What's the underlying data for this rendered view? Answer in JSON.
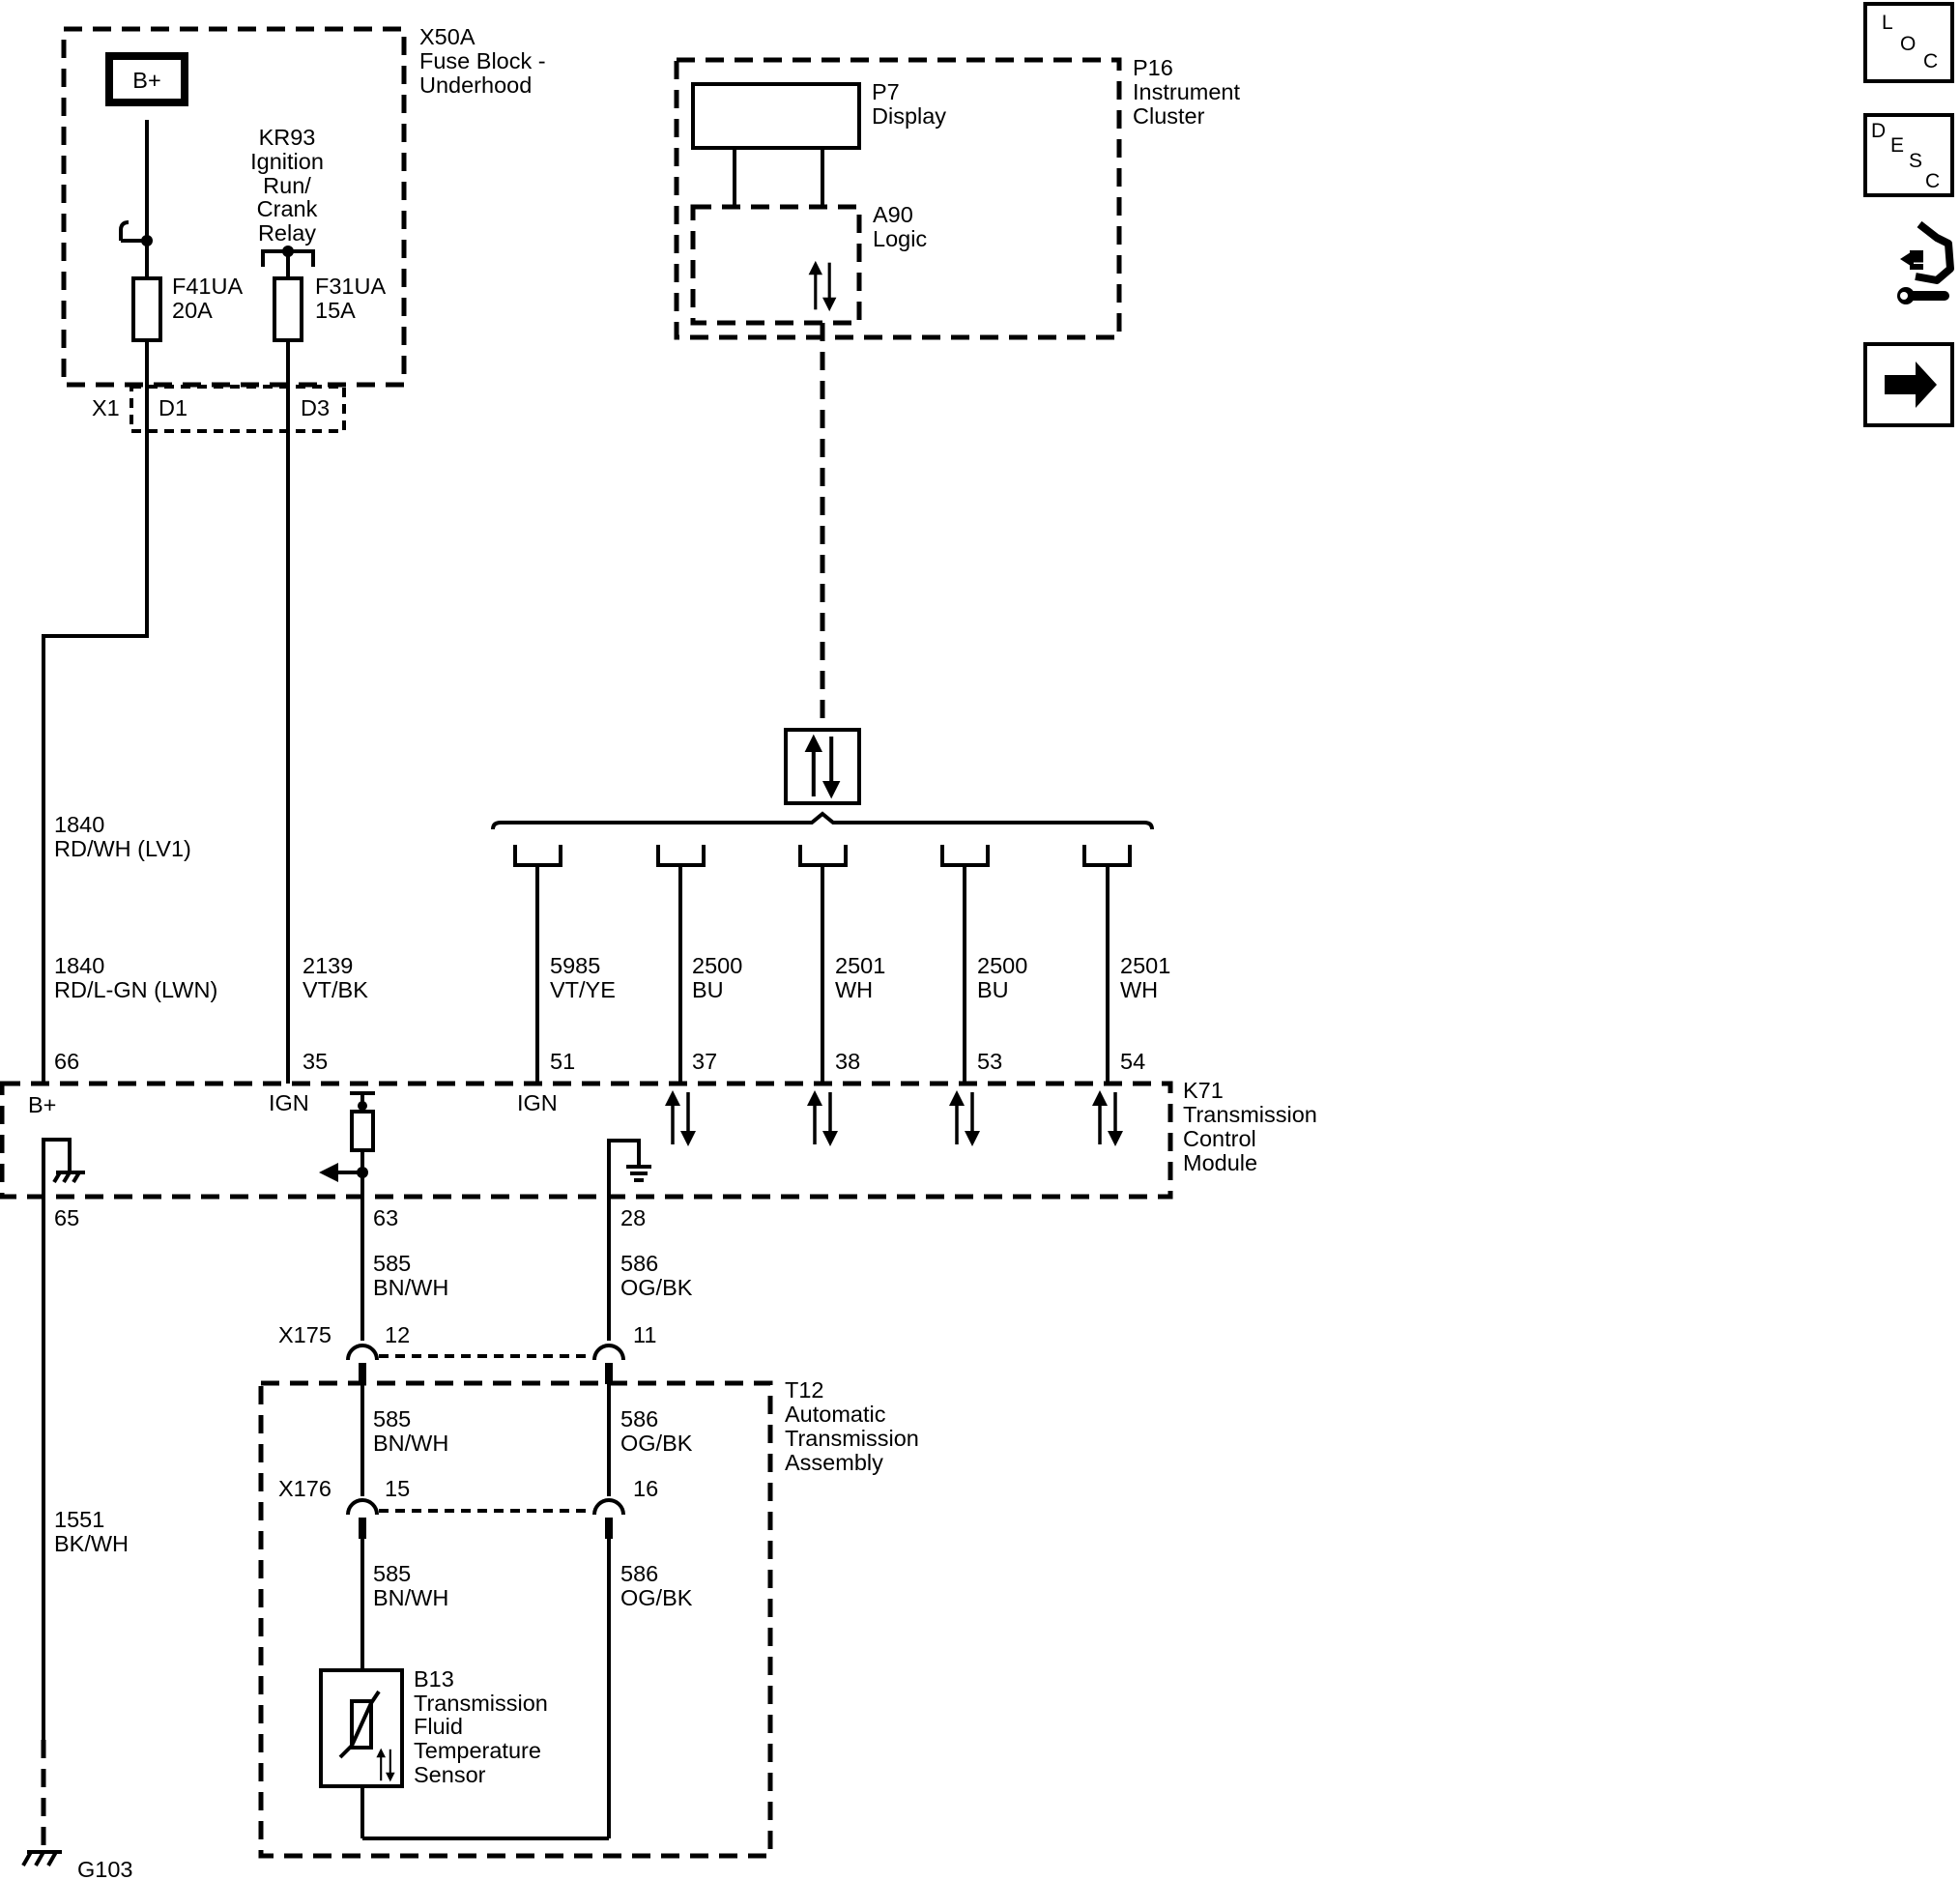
{
  "components": {
    "fuse_block": {
      "id": "X50A",
      "name_line1": "Fuse Block -",
      "name_line2": "Underhood",
      "bplus": "B+"
    },
    "relay": {
      "line1": "KR93",
      "line2": "Ignition",
      "line3": "Run/",
      "line4": "Crank",
      "line5": "Relay"
    },
    "fuse_f41": {
      "id": "F41UA",
      "rating": "20A"
    },
    "fuse_f31": {
      "id": "F31UA",
      "rating": "15A"
    },
    "fuse_connector": {
      "id": "X1",
      "pin_a": "D1",
      "pin_b": "D3"
    },
    "cluster": {
      "id": "P16",
      "line1": "Instrument",
      "line2": "Cluster"
    },
    "display": {
      "id": "P7",
      "name": "Display"
    },
    "logic": {
      "id": "A90",
      "name": "Logic"
    },
    "tcm": {
      "id": "K71",
      "line1": "Transmission",
      "line2": "Control",
      "line3": "Module"
    },
    "tcm_labels": {
      "bplus": "B+",
      "ign1": "IGN",
      "ign2": "IGN"
    },
    "inline_connectors": {
      "x175": "X175",
      "x176": "X176"
    },
    "trans_assembly": {
      "id": "T12",
      "line1": "Automatic",
      "line2": "Transmission",
      "line3": "Assembly"
    },
    "sensor": {
      "id": "B13",
      "line1": "Transmission",
      "line2": "Fluid",
      "line3": "Temperature",
      "line4": "Sensor"
    },
    "ground": {
      "id": "G103"
    }
  },
  "pins": {
    "p66": "66",
    "p35": "35",
    "p51": "51",
    "p37": "37",
    "p38": "38",
    "p53": "53",
    "p54": "54",
    "p65": "65",
    "p63": "63",
    "p28": "28",
    "x175_a": "12",
    "x175_b": "11",
    "x176_a": "15",
    "x176_b": "16"
  },
  "wires": {
    "w1840_lv1": {
      "circuit": "1840",
      "color": "RD/WH (LV1)"
    },
    "w1840_lwn": {
      "circuit": "1840",
      "color": "RD/L-GN (LWN)"
    },
    "w2139": {
      "circuit": "2139",
      "color": "VT/BK"
    },
    "w5985": {
      "circuit": "5985",
      "color": "VT/YE"
    },
    "w2500a": {
      "circuit": "2500",
      "color": "BU"
    },
    "w2501a": {
      "circuit": "2501",
      "color": "WH"
    },
    "w2500b": {
      "circuit": "2500",
      "color": "BU"
    },
    "w2501b": {
      "circuit": "2501",
      "color": "WH"
    },
    "w585_1": {
      "circuit": "585",
      "color": "BN/WH"
    },
    "w586_1": {
      "circuit": "586",
      "color": "OG/BK"
    },
    "w585_2": {
      "circuit": "585",
      "color": "BN/WH"
    },
    "w586_2": {
      "circuit": "586",
      "color": "OG/BK"
    },
    "w585_3": {
      "circuit": "585",
      "color": "BN/WH"
    },
    "w586_3": {
      "circuit": "586",
      "color": "OG/BK"
    },
    "w1551": {
      "circuit": "1551",
      "color": "BK/WH"
    }
  },
  "nav_buttons": {
    "loc": {
      "l1": "L",
      "l2": "O",
      "l3": "C"
    },
    "desc": {
      "l1": "D",
      "l2": "E",
      "l3": "S",
      "l4": "C"
    }
  },
  "icons": {
    "loc": "location-button-icon",
    "desc": "description-button-icon",
    "connector": "connector-info-icon",
    "next": "next-arrow-icon"
  }
}
